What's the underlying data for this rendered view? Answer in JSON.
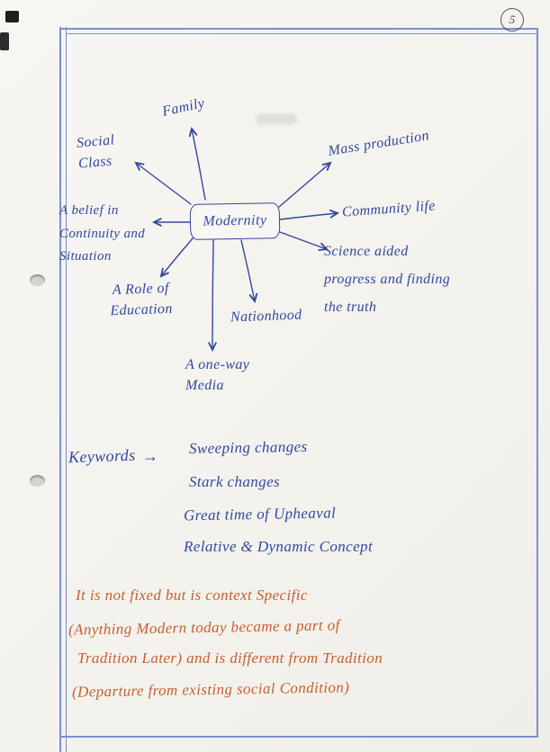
{
  "page": {
    "number": "5"
  },
  "mindmap": {
    "center": "Modernity",
    "branches": [
      {
        "id": "family",
        "label": "Family"
      },
      {
        "id": "social-class",
        "label": "Social\nClass"
      },
      {
        "id": "belief",
        "label": "A belief in\nContinuity and\nSituation"
      },
      {
        "id": "role-of-education",
        "label": "A Role of\nEducation"
      },
      {
        "id": "nationhood",
        "label": "Nationhood"
      },
      {
        "id": "one-way-media",
        "label": "A one-way\nMedia"
      },
      {
        "id": "mass-production",
        "label": "Mass production"
      },
      {
        "id": "community-life",
        "label": "Community life"
      },
      {
        "id": "science",
        "label": "Science aided\nprogress and finding\nthe truth"
      }
    ]
  },
  "keywords": {
    "label": "Keywords",
    "arrow": "→",
    "items": [
      "Sweeping changes",
      "Stark changes",
      "Great time of Upheaval",
      "Relative & Dynamic Concept"
    ]
  },
  "notes": {
    "lines": [
      "It is not fixed but is context Specific",
      "(Anything Modern today became a part of",
      "Tradition Later) and is different from Tradition",
      "(Departure from existing social Condition)"
    ]
  },
  "colors": {
    "ink_blue": "#33479e",
    "ink_orange": "#c65f2e",
    "frame_blue": "#7a8ed2"
  }
}
